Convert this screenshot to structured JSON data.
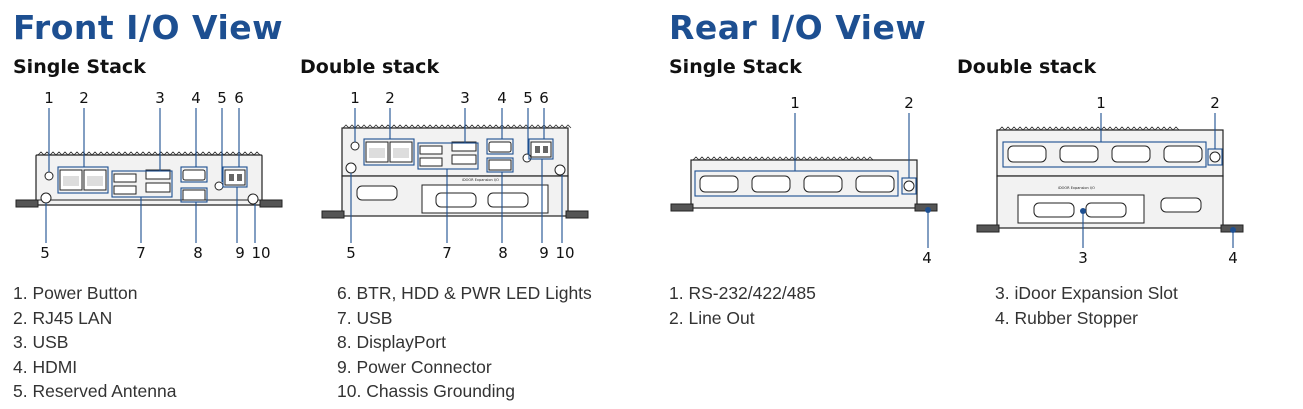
{
  "front": {
    "title": "Front I/O View",
    "single": {
      "heading": "Single Stack",
      "top_numbers": [
        "1",
        "2",
        "3",
        "4",
        "5",
        "6"
      ],
      "bottom_numbers": [
        "5",
        "7",
        "8",
        "9",
        "10"
      ]
    },
    "double": {
      "heading": "Double stack",
      "top_numbers": [
        "1",
        "2",
        "3",
        "4",
        "5",
        "6"
      ],
      "bottom_numbers": [
        "5",
        "7",
        "8",
        "9",
        "10"
      ]
    },
    "legend_left": [
      "1. Power Button",
      "2. RJ45 LAN",
      "3. USB",
      "4. HDMI",
      "5. Reserved Antenna"
    ],
    "legend_right": [
      "6. BTR, HDD & PWR LED Lights",
      "7. USB",
      "8. DisplayPort",
      "9. Power Connector",
      "10. Chassis Grounding"
    ]
  },
  "rear": {
    "title": "Rear I/O View",
    "single": {
      "heading": "Single Stack",
      "top_numbers": [
        "1",
        "2"
      ],
      "bottom_numbers": [
        "4"
      ]
    },
    "double": {
      "heading": "Double stack",
      "top_numbers": [
        "1",
        "2"
      ],
      "bottom_numbers": [
        "3",
        "4"
      ]
    },
    "legend_left": [
      "1. RS-232/422/485",
      "2. Line Out"
    ],
    "legend_right": [
      "3. iDoor Expansion Slot",
      "4. Rubber Stopper"
    ]
  }
}
